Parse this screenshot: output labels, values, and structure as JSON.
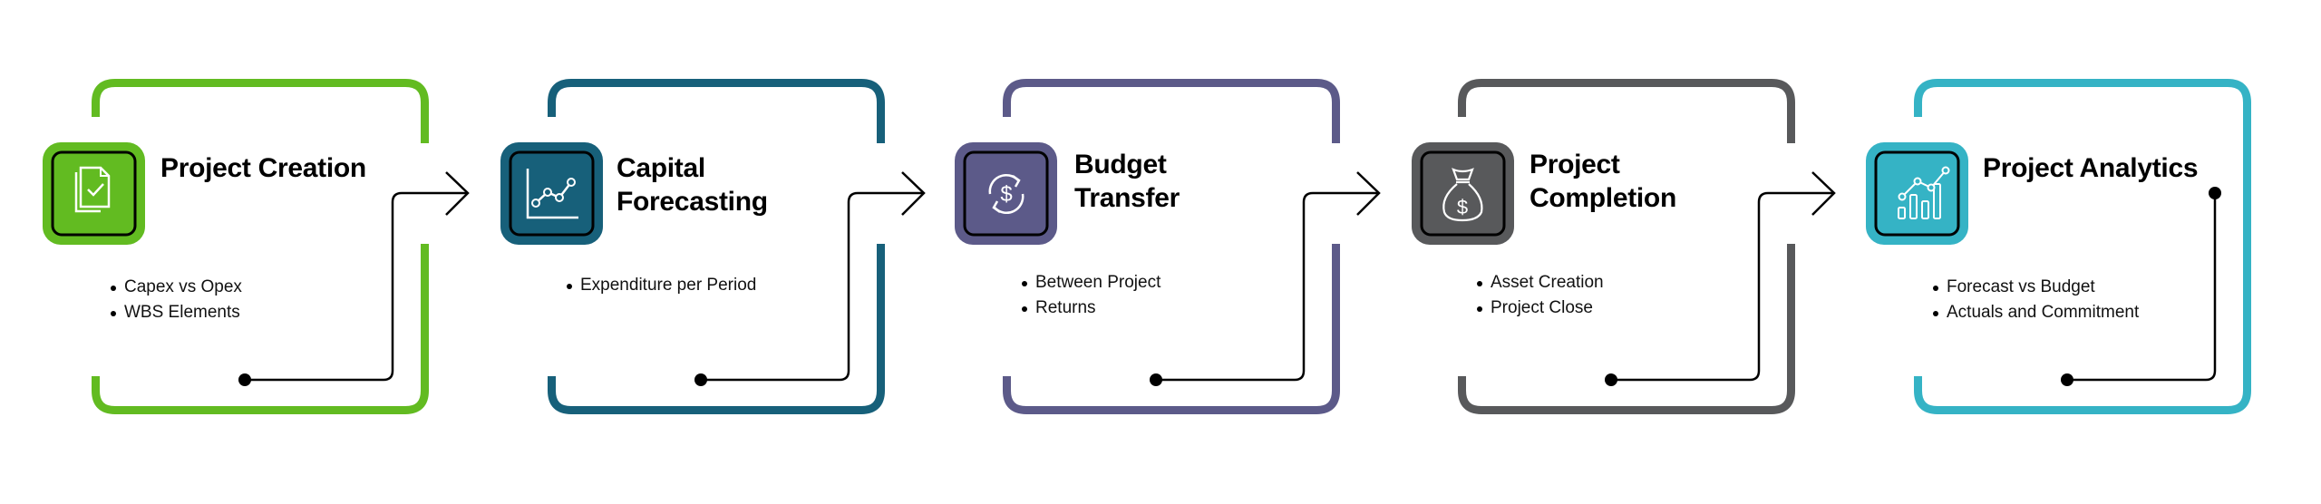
{
  "diagram": {
    "type": "process-flow",
    "steps": [
      {
        "title_lines": [
          "Project Creation"
        ],
        "bullets": [
          "Capex vs Opex",
          "WBS Elements"
        ],
        "icon": "document-check-icon",
        "color": "#62bb21"
      },
      {
        "title_lines": [
          "Capital",
          "Forecasting"
        ],
        "bullets": [
          "Expenditure per Period"
        ],
        "icon": "line-chart-icon",
        "color": "#17607a"
      },
      {
        "title_lines": [
          "Budget",
          "Transfer"
        ],
        "bullets": [
          "Between Project",
          "Returns"
        ],
        "icon": "dollar-refresh-icon",
        "color": "#5c5a89"
      },
      {
        "title_lines": [
          "Project",
          "Completion"
        ],
        "bullets": [
          "Asset Creation",
          "Project Close"
        ],
        "icon": "money-bag-icon",
        "color": "#58595b"
      },
      {
        "title_lines": [
          "Project Analytics"
        ],
        "bullets": [
          "Forecast vs Budget",
          "Actuals and Commitment"
        ],
        "icon": "bar-line-chart-icon",
        "color": "#35b3c5"
      }
    ],
    "connector_color": "#000000"
  }
}
